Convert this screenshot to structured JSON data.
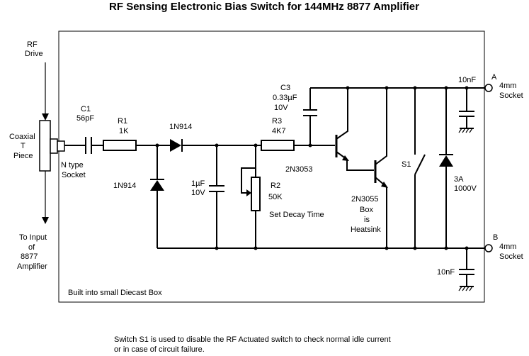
{
  "title": "RF Sensing Electronic Bias Switch for 144MHz 8877 Amplifier",
  "rf_drive": [
    "RF",
    "Drive"
  ],
  "coaxial": [
    "Coaxial",
    "T",
    "Piece"
  ],
  "to_input": [
    "To Input",
    "of",
    "8877",
    "Amplifier"
  ],
  "n_socket": [
    "N type",
    "Socket"
  ],
  "c1": [
    "C1",
    "56pF"
  ],
  "r1": [
    "R1",
    "1K"
  ],
  "d_top": "1N914",
  "d_bottom": "1N914",
  "c_mid": [
    "1µF",
    "10V"
  ],
  "r2": [
    "R2",
    "50K"
  ],
  "set_decay": "Set Decay Time",
  "c3": [
    "C3",
    "0.33µF",
    "10V"
  ],
  "r3": [
    "R3",
    "4K7"
  ],
  "q1": "2N3053",
  "q2": [
    "2N3055",
    "Box",
    "is",
    "Heatsink"
  ],
  "s1": "S1",
  "d_power": [
    "3A",
    "1000V"
  ],
  "cap_a": "10nF",
  "cap_b": "10nF",
  "a_label": "A",
  "b_label": "B",
  "socket_a": [
    "4mm",
    "Socket"
  ],
  "socket_b": [
    "4mm",
    "Socket"
  ],
  "box_label": "Built into small Diecast Box",
  "note": [
    "Switch S1 is used to disable the RF Actuated switch to check normal idle current",
    "or in case of circuit failure."
  ]
}
